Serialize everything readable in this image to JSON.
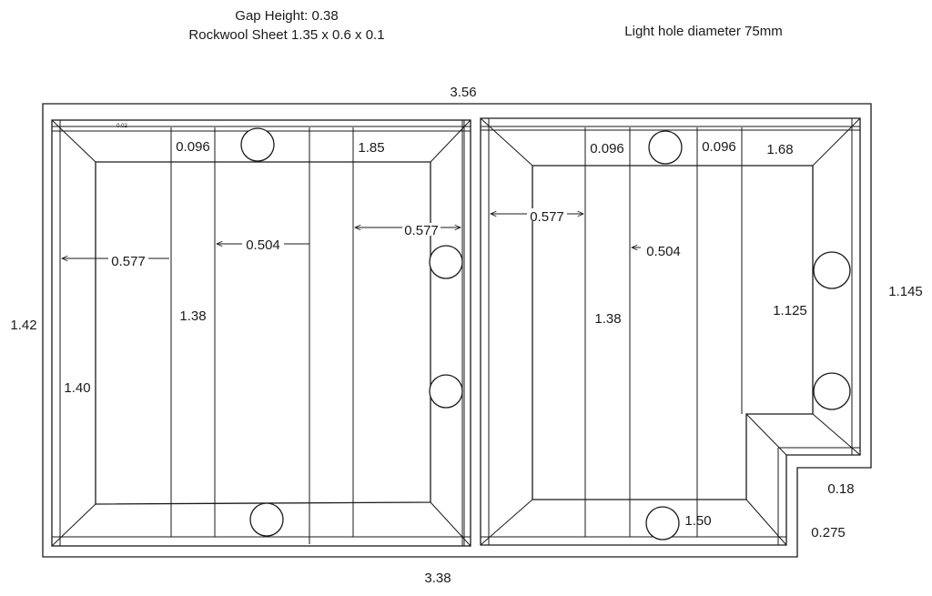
{
  "header": {
    "gap_height": "Gap Height: 0.38",
    "rockwool": "Rockwool Sheet 1.35 x 0.6 x 0.1",
    "light_hole": "Light hole diameter 75mm"
  },
  "overall": {
    "top_width": "3.56",
    "bottom_width": "3.38",
    "left_height": "1.42",
    "right_height": "1.145",
    "step_small": "0.18",
    "step_large": "0.275"
  },
  "left_bed": {
    "tiny_note": "0.02",
    "top_gap": "0.096",
    "top_len": "1.85",
    "left_strip": "0.577",
    "center_strip": "0.504",
    "right_strip": "0.577",
    "inner_height": "1.38",
    "outer_height": "1.40"
  },
  "right_bed": {
    "top_gap_a": "0.096",
    "top_gap_b": "0.096",
    "top_len": "1.68",
    "left_strip": "0.577",
    "center_strip": "0.504",
    "inner_height": "1.38",
    "notch_height": "1.125",
    "bottom_len": "1.50"
  }
}
